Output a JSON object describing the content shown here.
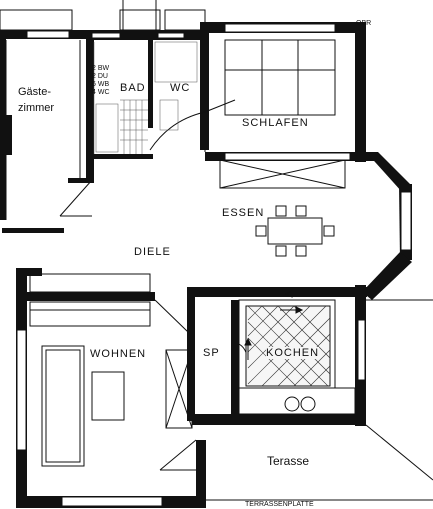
{
  "plan": {
    "north_mark": "OBR",
    "rooms": {
      "gaestezimmer_line1": "Gäste-",
      "gaestezimmer_line2": "zimmer",
      "bad": "BAD",
      "wc": "WC",
      "schlafen": "SCHLAFEN",
      "essen": "ESSEN",
      "diele": "DIELE",
      "wohnen": "WOHNEN",
      "sp": "SP",
      "kochen": "KOCHEN",
      "terasse": "Terasse"
    },
    "bathroom_fixtures": [
      "2 BW",
      "2 DU",
      "6 WB",
      "4 WC"
    ],
    "bottom_caption": "TERRASSENPLATTE"
  }
}
